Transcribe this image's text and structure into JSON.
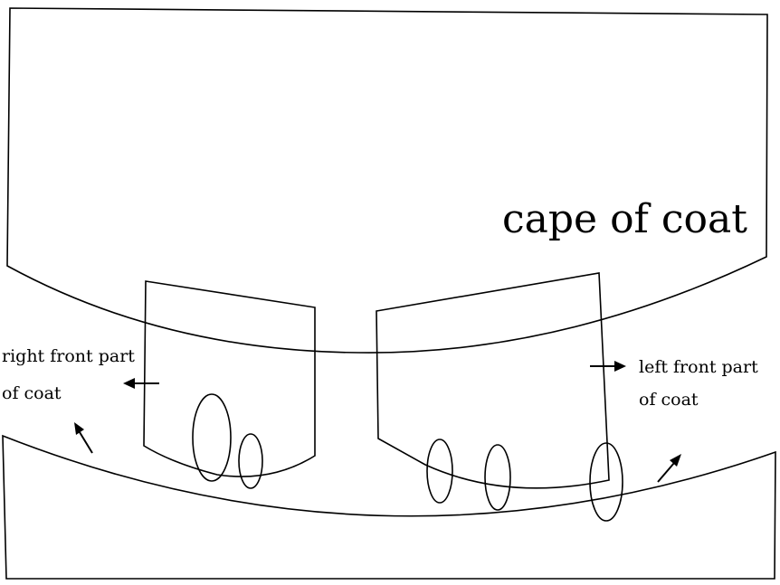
{
  "labels": {
    "cape": "cape of coat",
    "right_front_line1": "right front part",
    "right_front_line2": "of coat",
    "left_front_line1": "left front part",
    "left_front_line2": "of coat"
  },
  "colors": {
    "stroke": "#000000",
    "background": "#ffffff"
  }
}
